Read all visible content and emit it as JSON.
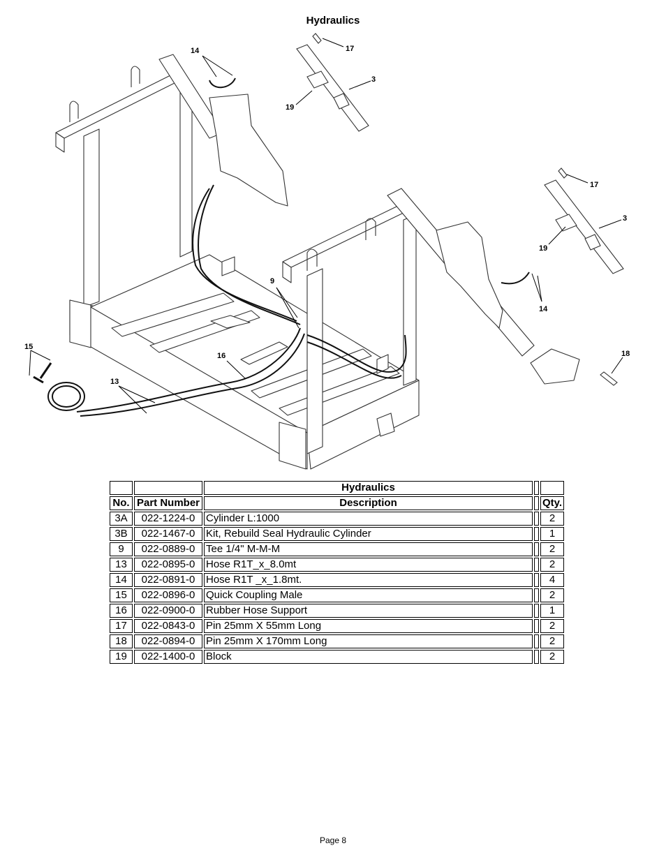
{
  "page": {
    "title": "Hydraulics",
    "footer": "Page 8"
  },
  "diagram": {
    "callouts": [
      "14",
      "17",
      "3",
      "19",
      "17",
      "3",
      "19",
      "14",
      "9",
      "15",
      "16",
      "13",
      "18"
    ]
  },
  "table": {
    "section_title": "Hydraulics",
    "headers": {
      "no": "No.",
      "part_number": "Part Number",
      "description": "Description",
      "qty": "Qty."
    },
    "rows": [
      {
        "no": "3A",
        "part_number": "022-1224-0",
        "description": "Cylinder L:1000",
        "qty": "2"
      },
      {
        "no": "3B",
        "part_number": "022-1467-0",
        "description": "Kit, Rebuild Seal Hydraulic Cylinder",
        "qty": "1"
      },
      {
        "no": "9",
        "part_number": "022-0889-0",
        "description": "Tee 1/4\" M-M-M",
        "qty": "2"
      },
      {
        "no": "13",
        "part_number": "022-0895-0",
        "description": "Hose R1T_x_8.0mt",
        "qty": "2"
      },
      {
        "no": "14",
        "part_number": "022-0891-0",
        "description": "Hose R1T _x_1.8mt.",
        "qty": "4"
      },
      {
        "no": "15",
        "part_number": "022-0896-0",
        "description": "Quick Coupling Male",
        "qty": "2"
      },
      {
        "no": "16",
        "part_number": "022-0900-0",
        "description": "Rubber Hose Support",
        "qty": "1"
      },
      {
        "no": "17",
        "part_number": "022-0843-0",
        "description": "Pin 25mm X 55mm Long",
        "qty": "2"
      },
      {
        "no": "18",
        "part_number": "022-0894-0",
        "description": "Pin 25mm X 170mm Long",
        "qty": "2"
      },
      {
        "no": "19",
        "part_number": "022-1400-0",
        "description": "Block",
        "qty": "2"
      }
    ]
  }
}
